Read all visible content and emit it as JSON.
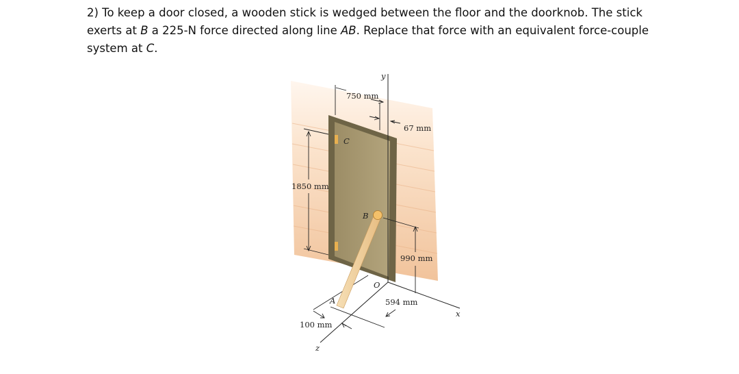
{
  "problem": {
    "part1": "2) To keep a door closed, a wooden stick is wedged between the floor and the doorknob. The stick exerts at ",
    "point_B": "B",
    "part2": " a 225-N force directed along line ",
    "line_AB": "AB",
    "part3": ". Replace that force with an equivalent force-couple system at ",
    "point_C": "C",
    "part4": "."
  },
  "figure": {
    "dim_750": "750 mm",
    "dim_67": "67 mm",
    "dim_1850": "1850 mm",
    "dim_990": "990 mm",
    "dim_594": "594 mm",
    "dim_100": "100 mm",
    "axis_x": "x",
    "axis_y": "y",
    "axis_z": "z",
    "pt_A": "A",
    "pt_B": "B",
    "pt_C": "C",
    "pt_O": "O"
  },
  "colors": {
    "wall_light": "#fbe3cc",
    "wall_mid": "#f3c8a2",
    "door_frame": "#6e6446",
    "door_panel": "#a99a72",
    "stick": "#f2d3a0",
    "knob": "#f3c06a"
  }
}
